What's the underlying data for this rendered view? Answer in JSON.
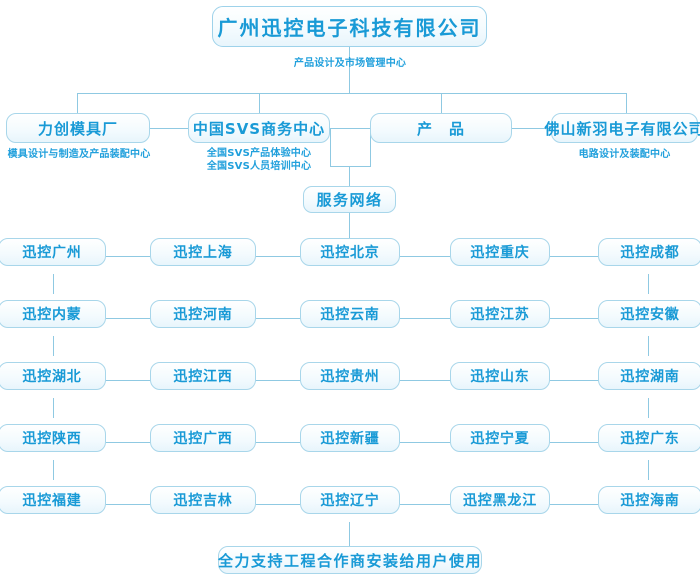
{
  "diagram": {
    "title_box": {
      "label": "广州迅控电子科技有限公司"
    },
    "title_caption": {
      "label": "产品设计及市场管理中心"
    },
    "level2": [
      {
        "label": "力创模具厂",
        "caption": "模具设计与制造及产品装配中心"
      },
      {
        "label": "中国SVS商务中心",
        "caption_line1": "全国SVS产品体验中心",
        "caption_line2": "全国SVS人员培训中心"
      },
      {
        "label": "产　品",
        "caption": ""
      },
      {
        "label": "佛山新羽电子有限公司",
        "caption": "电路设计及装配中心"
      }
    ],
    "service_box": {
      "label": "服务网络"
    },
    "grid": {
      "rows": [
        [
          "迅控广州",
          "迅控上海",
          "迅控北京",
          "迅控重庆",
          "迅控成都"
        ],
        [
          "迅控内蒙",
          "迅控河南",
          "迅控云南",
          "迅控江苏",
          "迅控安徽"
        ],
        [
          "迅控湖北",
          "迅控江西",
          "迅控贵州",
          "迅控山东",
          "迅控湖南"
        ],
        [
          "迅控陕西",
          "迅控广西",
          "迅控新疆",
          "迅控宁夏",
          "迅控广东"
        ],
        [
          "迅控福建",
          "迅控吉林",
          "迅控辽宁",
          "迅控黑龙江",
          "迅控海南"
        ]
      ]
    },
    "footer_box": {
      "label": "全力支持工程合作商安装给用户使用"
    },
    "colors": {
      "text_blue": "#199ad6",
      "border_blue": "#a8d6ea",
      "line_blue": "#8fc9e2",
      "box_fill": "#eef8fd",
      "background": "#ffffff"
    }
  }
}
